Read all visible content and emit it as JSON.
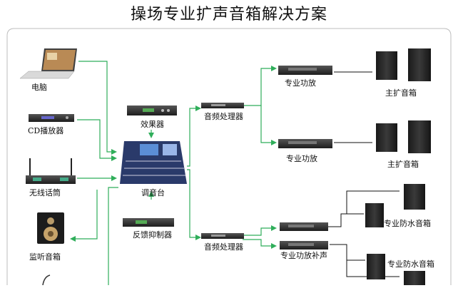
{
  "title": "操场专业扩声音箱解决方案",
  "colors": {
    "green": "#2fae5a",
    "black": "#111111",
    "frame": "#bdbdbd",
    "device": "#2b2b2b"
  },
  "labels": {
    "computer": "电脑",
    "cd_player": "CD播放器",
    "wireless_mic": "无线话筒",
    "monitor_speaker": "监听音箱",
    "effects": "效果器",
    "mixer": "调音台",
    "feedback_suppressor": "反馈抑制器",
    "processor_top": "音频处理器",
    "processor_bottom": "音频处理器",
    "amp_1": "专业功放",
    "amp_2": "专业功放",
    "amp_fill": "专业功放补声",
    "main_speaker_1": "主扩音箱",
    "main_speaker_2": "主扩音箱",
    "waterproof_1": "专业防水音箱",
    "waterproof_2": "专业防水音箱"
  },
  "icons": {
    "computer": "laptop-icon",
    "cd_player": "cd-player-icon",
    "wireless_mic": "wireless-mic-icon",
    "monitor_speaker": "monitor-speaker-icon",
    "effects": "rack-unit-icon",
    "mixer": "mixing-console-icon",
    "feedback_suppressor": "rack-unit-icon",
    "processor": "rack-unit-icon",
    "amplifier": "power-amplifier-icon",
    "main_speaker": "line-array-speaker-icon",
    "waterproof_speaker": "waterproof-speaker-icon"
  }
}
